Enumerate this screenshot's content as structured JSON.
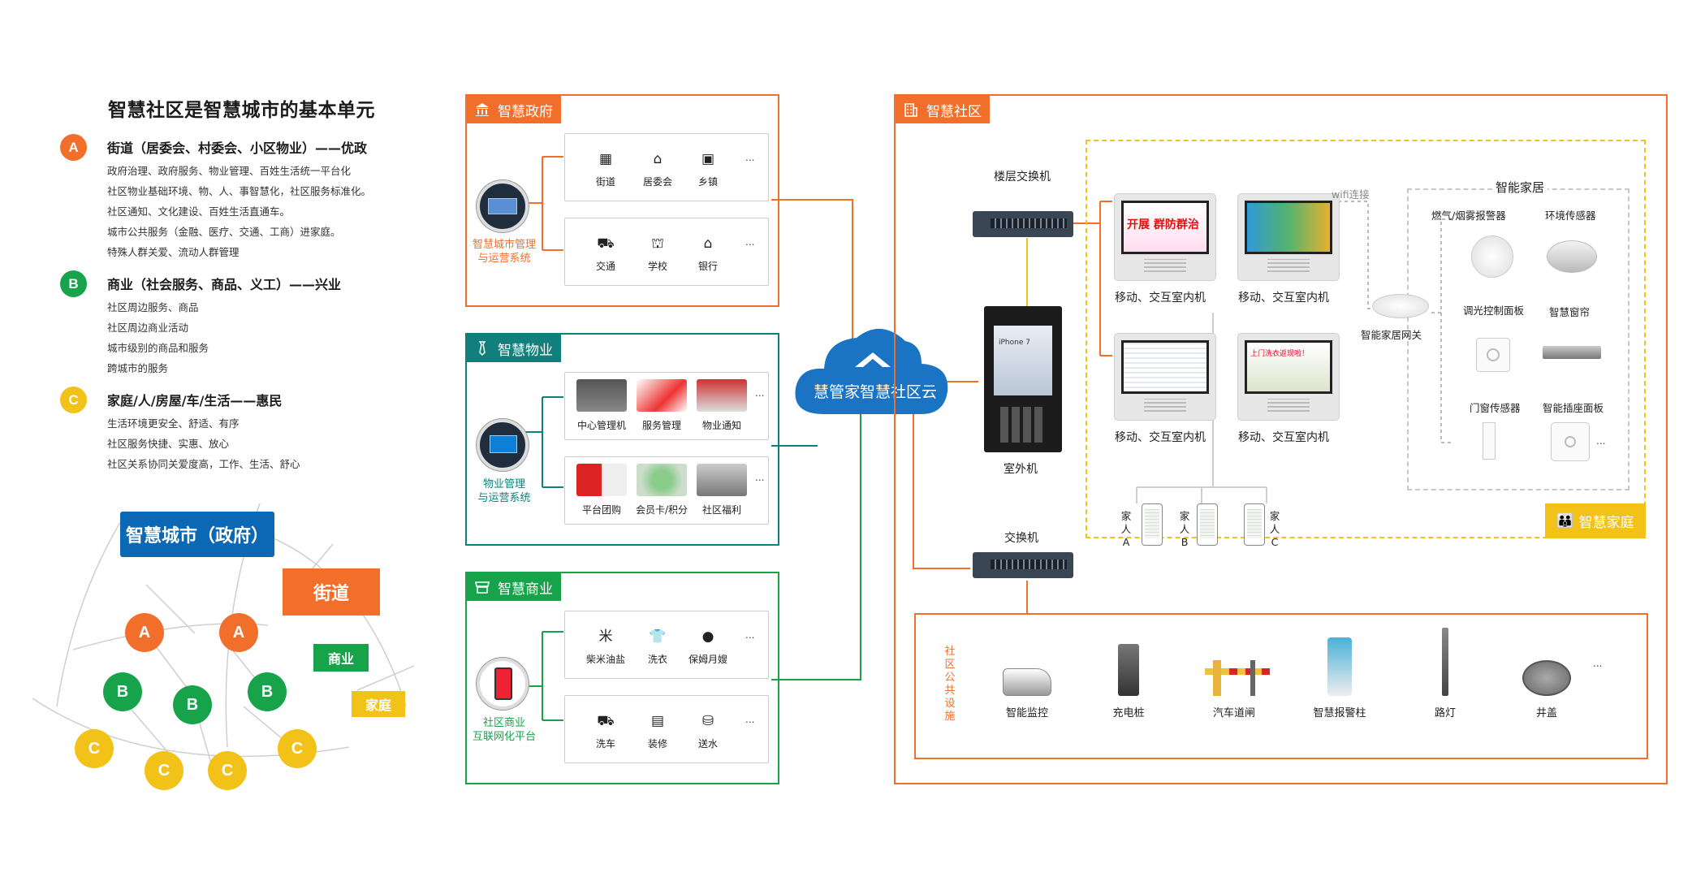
{
  "left": {
    "title": "智慧社区是智慧城市的基本单元",
    "categories": [
      {
        "badge": "A",
        "title": "街道（居委会、村委会、小区物业）——优政",
        "color": "#f26f2b",
        "lines": [
          "政府治理、政府服务、物业管理、百姓生活统一平台化",
          "社区物业基础环境、物、人、事智慧化，社区服务标准化。",
          "社区通知、文化建设、百姓生活直通车。",
          "城市公共服务（金融、医疗、交通、工商）进家庭。",
          "特殊人群关爱、流动人群管理"
        ]
      },
      {
        "badge": "B",
        "title": "商业（社会服务、商品、义工）——兴业",
        "color": "#17a34a",
        "lines": [
          "社区周边服务、商品",
          "社区周边商业活动",
          "城市级别的商品和服务",
          "跨城市的服务"
        ]
      },
      {
        "badge": "C",
        "title": "家庭/人/房屋/车/生活——惠民",
        "color": "#f3c218",
        "lines": [
          "生活环境更安全、舒适、有序",
          "社区服务快捷、实惠、放心",
          "社区关系协同关爱度高，工作、生活、舒心"
        ]
      }
    ],
    "diagram": {
      "city_label": "智慧城市（政府）",
      "street_label": "街道",
      "business_label": "商业",
      "family_label": "家庭",
      "nodes": [
        "A",
        "A",
        "B",
        "B",
        "B",
        "C",
        "C",
        "C",
        "C"
      ]
    }
  },
  "gov": {
    "tab": "智慧政府",
    "system": "智慧城市管理\n与运营系统",
    "row1": [
      "街道",
      "居委会",
      "乡镇"
    ],
    "row1_icons": [
      "building-icon",
      "bank-icon",
      "shop-icon"
    ],
    "row2": [
      "交通",
      "学校",
      "银行"
    ],
    "row2_icons": [
      "car-icon",
      "school-icon",
      "bank-house-icon"
    ],
    "more": "..."
  },
  "property": {
    "tab": "智慧物业",
    "system": "物业管理\n与运营系统",
    "row1": [
      "中心管理机",
      "服务管理",
      "物业通知"
    ],
    "row2": [
      "平台团购",
      "会员卡/积分",
      "社区福利"
    ],
    "more": "..."
  },
  "commerce": {
    "tab": "智慧商业",
    "system": "社区商业\n互联网化平台",
    "row1": [
      "柴米油盐",
      "洗衣",
      "保姆月嫂"
    ],
    "row1_icons": [
      "rice-icon",
      "shirt-icon",
      "location-icon"
    ],
    "row2": [
      "洗车",
      "装修",
      "送水"
    ],
    "row2_icons": [
      "car-wash-icon",
      "toolbox-icon",
      "water-icon"
    ],
    "more": "..."
  },
  "cloud": {
    "label": "慧管家智慧社区云"
  },
  "community": {
    "tab": "智慧社区",
    "floor_switch": "楼层交换机",
    "switch": "交换机",
    "outdoor": "室外机",
    "indoor": [
      "移动、交互室内机",
      "移动、交互室内机",
      "移动、交互室内机",
      "移动、交互室内机"
    ],
    "screen_texts": [
      "开展 群防群治",
      "",
      "",
      "上门洗衣返现啦！"
    ],
    "phone_brand": "iPhone 7",
    "wifi": "wifi连接",
    "gateway": "智能家居网关",
    "smart_home_title": "智能家居",
    "smart_home_items": [
      "燃气/烟雾报警器",
      "环境传感器",
      "调光控制面板",
      "智慧窗帘",
      "门窗传感器",
      "智能插座面板"
    ],
    "more": "...",
    "family_members": [
      "家人A",
      "家人B",
      "家人C"
    ],
    "smart_family_tab": "智慧家庭",
    "public_title": "社区公共设施",
    "facilities": [
      "智能监控",
      "充电桩",
      "汽车道闸",
      "智慧报警柱",
      "路灯",
      "井盖"
    ],
    "facilities_more": "..."
  },
  "colors": {
    "orange": "#f26f2b",
    "teal": "#11807c",
    "green": "#17a34a",
    "yellow": "#f3c218",
    "blue": "#0a68b5",
    "cloud": "#1b73c4"
  }
}
